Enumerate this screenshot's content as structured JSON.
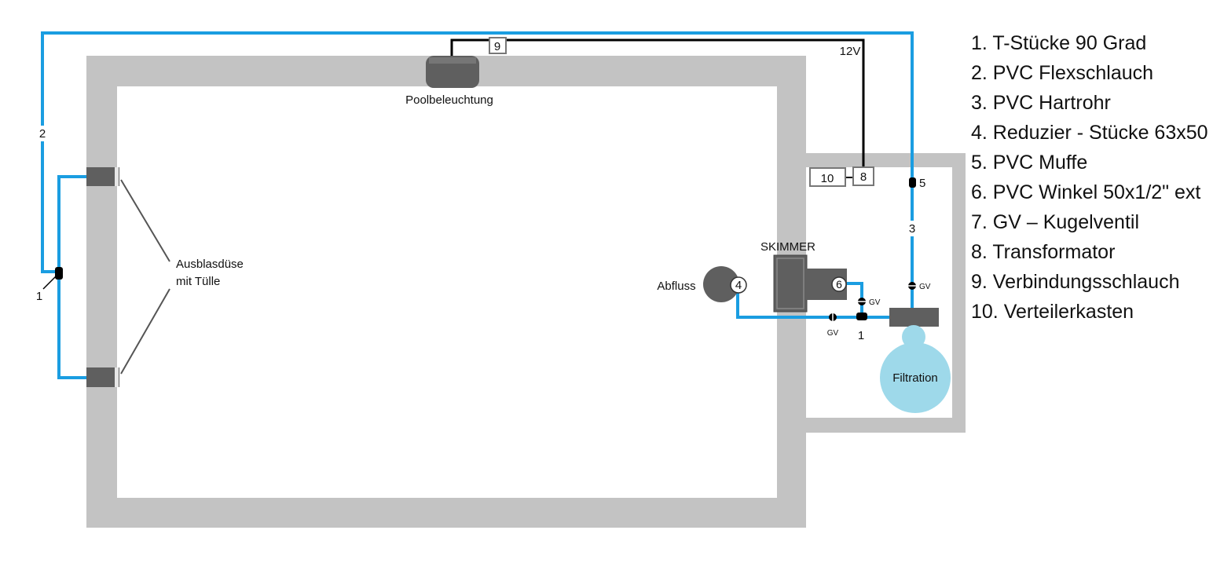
{
  "labels": {
    "pool_light": "Poolbeleuchtung",
    "nozzle_line1": "Ausblasdüse",
    "nozzle_line2": "mit Tülle",
    "drain": "Abfluss",
    "skimmer": "SKIMMER",
    "filtration": "Filtration",
    "voltage": "12V",
    "valve": "GV"
  },
  "markers": {
    "t_piece": "1",
    "flex_hose": "2",
    "hard_pipe": "3",
    "reducer": "4",
    "muff": "5",
    "elbow": "6",
    "transformer": "8",
    "connection_hose": "9",
    "distribution_box": "10"
  },
  "legend": [
    "1. T-Stücke 90 Grad",
    "2. PVC Flexschlauch",
    "3. PVC Hartrohr",
    "4. Reduzier - Stücke 63x50",
    "5. PVC Muffe",
    "6. PVC Winkel 50x1/2\" ext",
    "7. GV – Kugelventil",
    "8. Transformator",
    "9. Verbindungsschlauch",
    "10. Verteilerkasten"
  ],
  "colors": {
    "wall": "#c3c3c3",
    "pipe": "#1a9de1",
    "fitting": "#5f5f5f",
    "filter": "#9ed9ea",
    "cable": "#000000"
  }
}
